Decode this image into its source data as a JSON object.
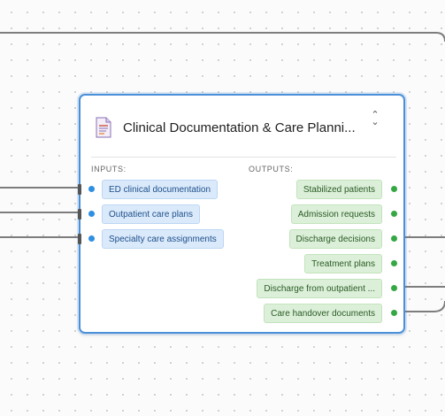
{
  "node": {
    "title": "Clinical Documentation & Care Planni...",
    "icon": "document-icon",
    "collapse_icon": "chevron-updown-icon",
    "inputs_label": "INPUTS:",
    "outputs_label": "OUTPUTS:",
    "inputs": [
      "ED clinical documentation",
      "Outpatient care plans",
      "Specialty care assignments"
    ],
    "outputs": [
      "Stabilized patients",
      "Admission requests",
      "Discharge decisions",
      "Treatment plans",
      "Discharge from outpatient ...",
      "Care handover documents"
    ]
  },
  "colors": {
    "node_border": "#4a90d9",
    "input_port": "#2f8fe0",
    "output_port": "#35a844",
    "input_pill_bg": "#dbeafb",
    "output_pill_bg": "#dcf0d9"
  }
}
